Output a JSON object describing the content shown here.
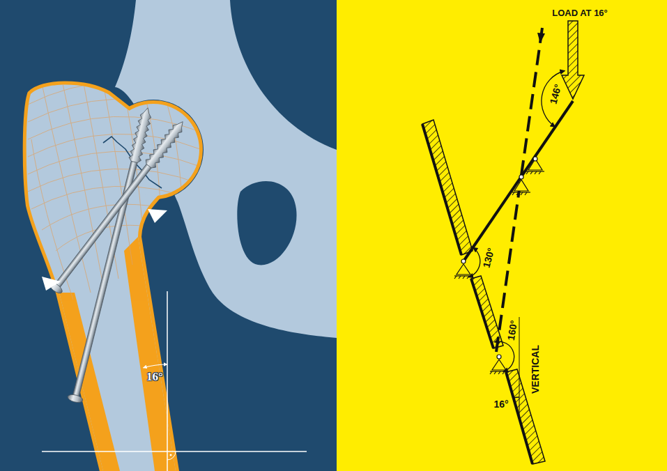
{
  "diagram": {
    "labels": [
      "16°",
      "LOAD AT 16°",
      "146°",
      "130°",
      "VERTICAL",
      "160°",
      "16°"
    ]
  }
}
